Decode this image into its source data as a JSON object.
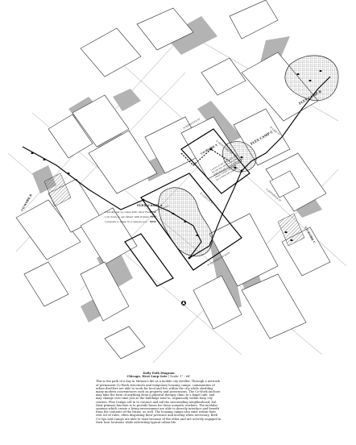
{
  "sheet": {
    "title": "Daily Path Diagram",
    "subtitle_place": "Chicago, West Loop Gate",
    "subtitle_scale": "Scale: 1\" : 64'",
    "body": "This is the path of a day in Miriam's life as a mobile city dweller. Through a network of permanent Co-Work structures and temporary housing camps, communities of urban dwellers are able to work for food and live within the city while shedding many modern conveniences such as property and possessions. The Co-Work anchors may take the form of anything from a physical therapy clinic to a bagel cafe, and may change over time just as the buildings tend to, organically within busy city centers. Flex Camps roll in to connect and aid the surrounding neighborhood, but their primary function is to provide bases for these nomadic workers. The modular systems which create a living environment are able to directly interface and benefit from the contents of the frame, as well. The housing camps also exist within their own set of rules, often disguising their presence and moving when necessary. Both Co-Ops and Camps are able to exist because of the other and are actively engaged in their host locations while subverting typical urban life."
  },
  "labels": {
    "flex_camp_a": "FLEX CAMP A",
    "flex_camp_b": "FLEX CAMP B",
    "flex_camp_c": "FLEX CAMP C",
    "cowork_a": "CO-WORK A",
    "cowork_b": "CO-WORK B",
    "cowork_c": "CO-WORK C",
    "street_1": "W RANDOLPH ST",
    "street_2": "N DESPLAINES ST",
    "street_3": "W LAKE ST",
    "street_4": "N CLINTON ST",
    "street_5": "W WASHINGTON BLVD",
    "street_6": "N JEFFERSON ST"
  },
  "schedule": [
    {
      "text": "I quickly set up camp with other Flex",
      "time": "6PM"
    },
    {
      "text": "I sit down to eat dinner with friends",
      "time": "7PM"
    },
    {
      "text": "I prepare to sleep in a camera pod",
      "time": "9PM"
    }
  ],
  "note_lines": [
    "I arrive at my first work shift",
    "for the day, after a morning",
    "walk through the neighborhood,",
    "where I trade my labor",
    "for a meal and supplies"
  ],
  "colors": {
    "building_shadow": "#b3b3b3",
    "building_outline": "#4a4a4a",
    "path": "#000000",
    "hatch": "#666666"
  },
  "icons": [
    "north-arrow-icon",
    "footstep-icon"
  ]
}
